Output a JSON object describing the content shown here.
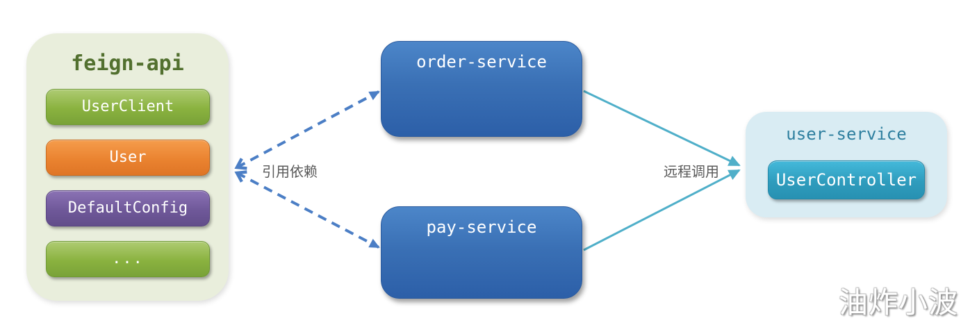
{
  "panels": {
    "feign_api": {
      "title": "feign-api",
      "items": [
        {
          "label": "UserClient"
        },
        {
          "label": "User"
        },
        {
          "label": "DefaultConfig"
        },
        {
          "label": "..."
        }
      ]
    },
    "user_service": {
      "title": "user-service",
      "controller": "UserController"
    }
  },
  "services": {
    "order": {
      "label": "order-service"
    },
    "pay": {
      "label": "pay-service"
    }
  },
  "edge_labels": {
    "dependency": "引用依赖",
    "remote_call": "远程调用"
  },
  "watermark": "油炸小波",
  "colors": {
    "feign_panel_bg": "#e9eedc",
    "feign_title_text": "#52702f",
    "green_item": "#8ab23f",
    "orange_item": "#ea8330",
    "purple_item": "#6f5899",
    "service_box_blue": "#3a70b5",
    "user_panel_bg": "#d9ecf3",
    "user_title_text": "#2e7f9f",
    "controller_item": "#2f9cbd",
    "dashed_arrow": "#4b7ec5",
    "solid_arrow": "#4fafc9",
    "edge_label_text": "#595959"
  }
}
